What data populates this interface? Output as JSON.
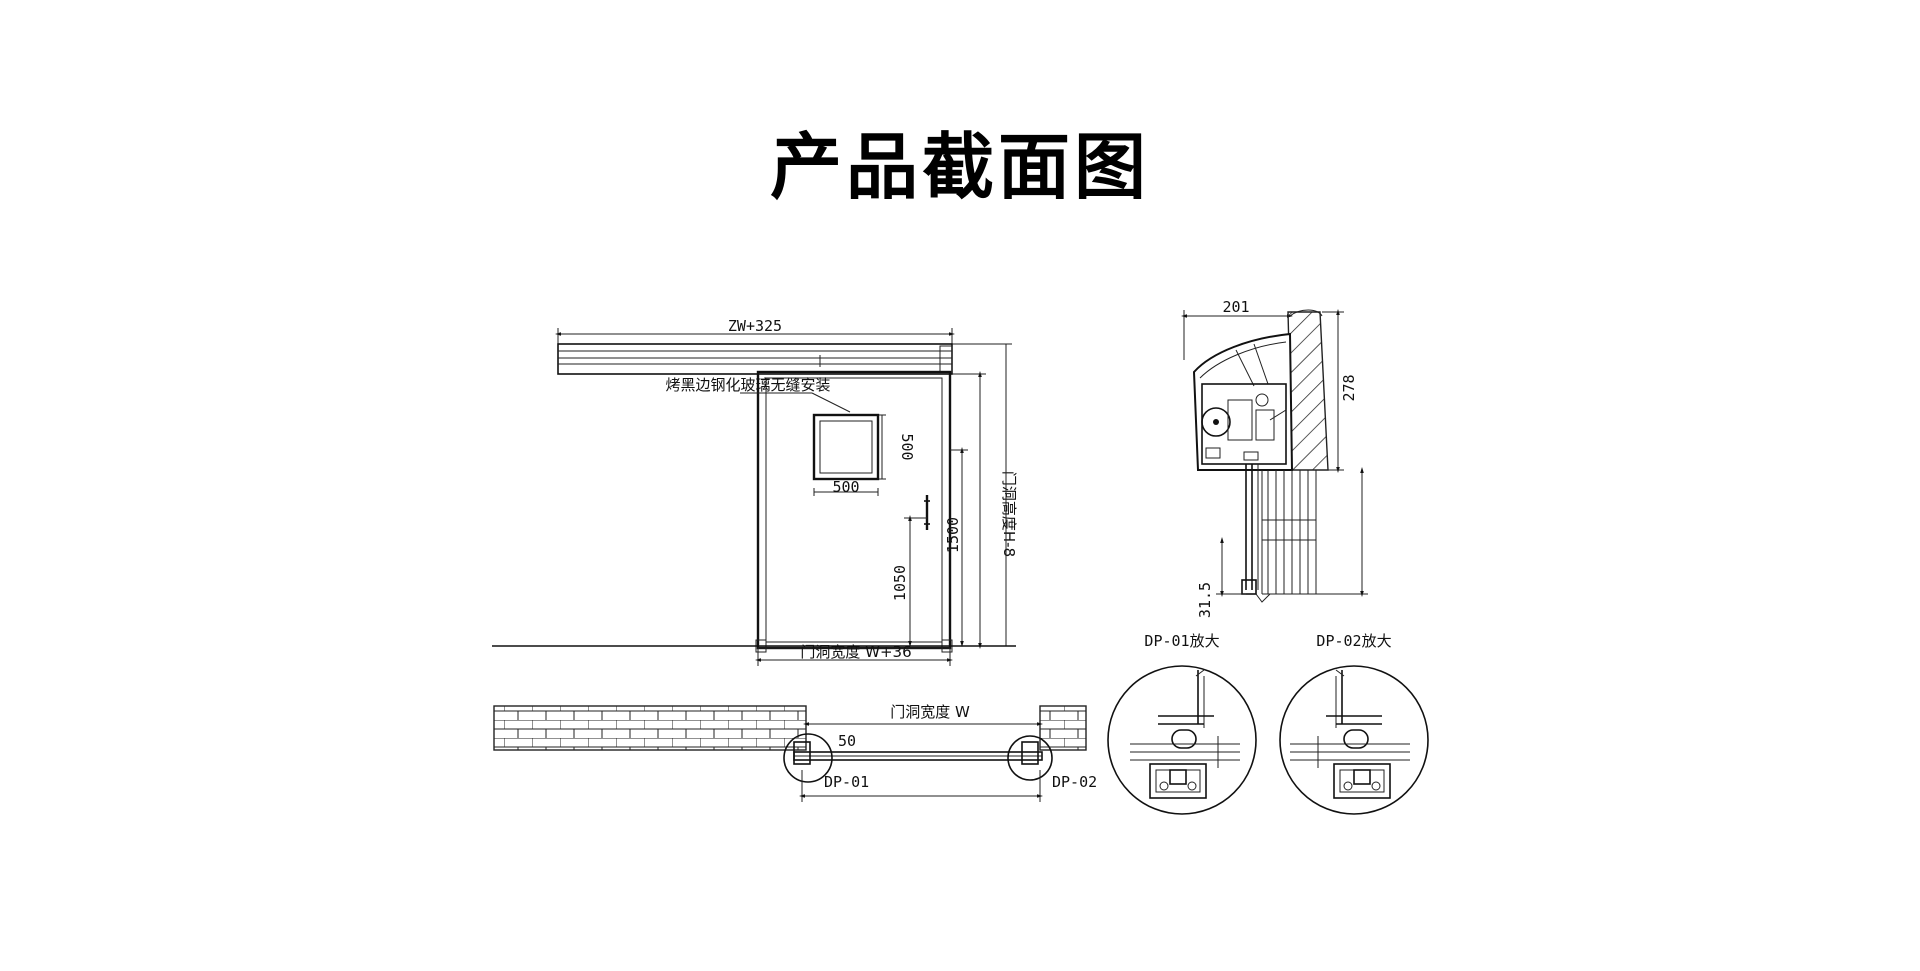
{
  "page": {
    "title": "产品截面图"
  },
  "front_view": {
    "top_width_label": "ZW+325",
    "glass_note": "烤黑边钢化玻璃无缝安装",
    "window_height": "500",
    "window_width": "500",
    "handle_height": "1050",
    "door_height_1500": "1500",
    "opening_height": "门洞高度H-8",
    "bottom_width": "门洞宽度 W+36"
  },
  "plan_view": {
    "opening_width": "门洞宽度 W",
    "offset_label": "50",
    "detail_left": "DP-01",
    "detail_right": "DP-02"
  },
  "section_view": {
    "width_label": "201",
    "height_label": "278",
    "gap_label": "31.5"
  },
  "details": {
    "dp01_title": "DP-01放大",
    "dp02_title": "DP-02放大"
  }
}
